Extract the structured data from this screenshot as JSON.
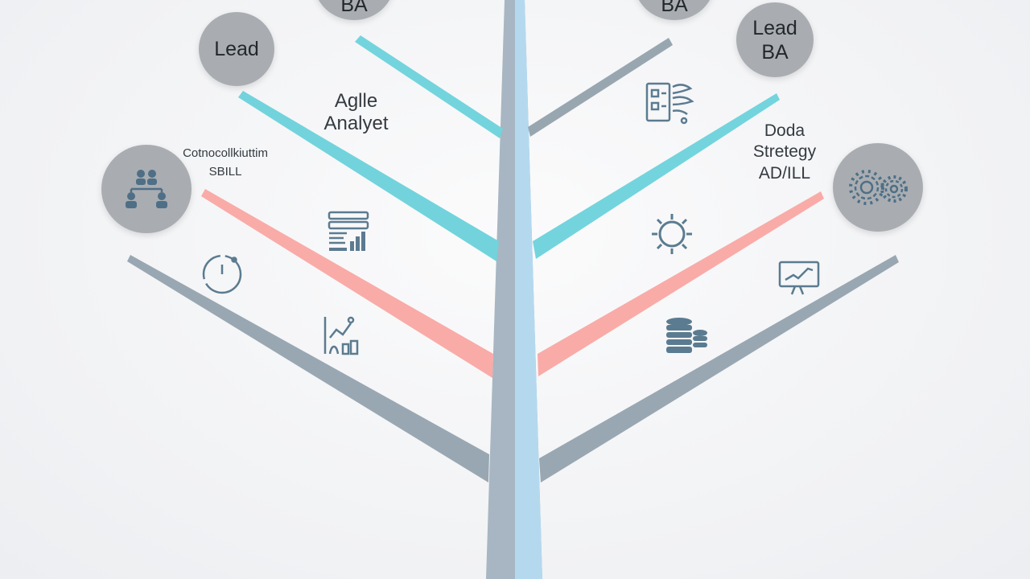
{
  "nodes": {
    "top_left_ba": "BA",
    "top_right_ba": "BA",
    "lead_left": "Lead",
    "lead_ba_right": "Lead\nBA"
  },
  "labels": {
    "agile_analyst": "Aglle\nAnalyet",
    "competency_skill": "Cotnocollkiuttim\nSBILL",
    "data_strategy": "Doda\nStretegy\nAD/ILL"
  },
  "icons": [
    "team-icon",
    "clock-icon",
    "chart-report-icon",
    "growth-chart-icon",
    "checklist-icon",
    "gear-icon",
    "gears-icon",
    "database-icon",
    "presentation-chart-icon"
  ],
  "colors": {
    "trunk": "#a5b8c6",
    "trunk_highlight": "#b6daf0",
    "branch_gray": "#97a6b1",
    "branch_teal": "#6fd3dc",
    "branch_pink": "#f9aaa7",
    "node_fill": "#a9adb1",
    "icon_stroke": "#5b7b90"
  }
}
